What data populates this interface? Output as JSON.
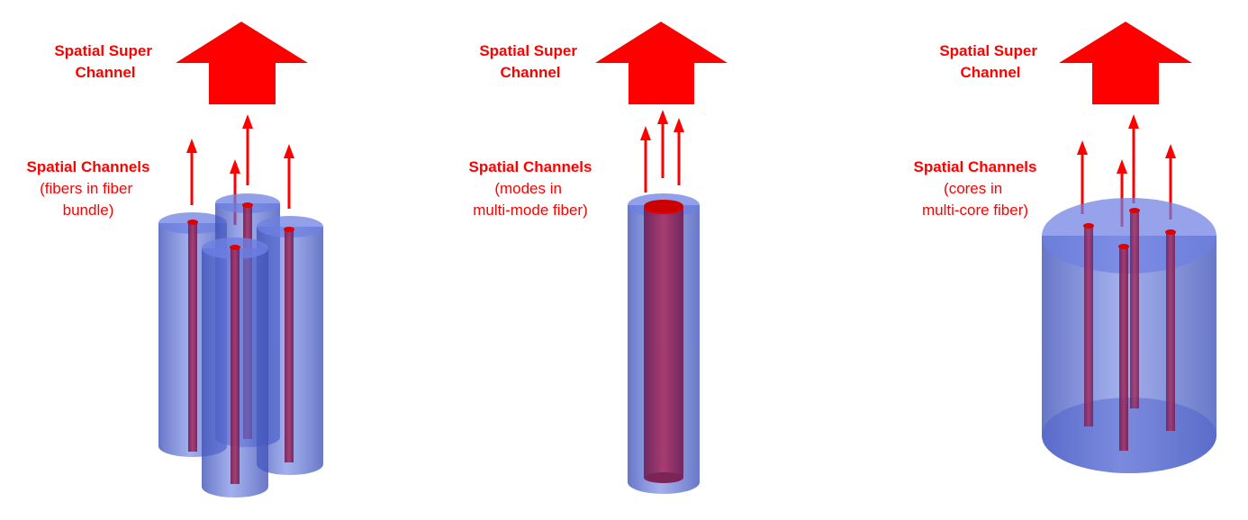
{
  "panels": [
    {
      "super_label": [
        "Spatial Super",
        "Channel"
      ],
      "channels_title": "Spatial Channels",
      "channels_desc": [
        "(fibers in fiber",
        "bundle)"
      ]
    },
    {
      "super_label": [
        "Spatial Super",
        "Channel"
      ],
      "channels_title": "Spatial Channels",
      "channels_desc": [
        "(modes in",
        "multi-mode fiber)"
      ]
    },
    {
      "super_label": [
        "Spatial Super",
        "Channel"
      ],
      "channels_title": "Spatial Channels",
      "channels_desc": [
        "(cores in",
        "multi-core fiber)"
      ]
    }
  ],
  "colors": {
    "label": "#ff0000",
    "arrow": "#ff0000",
    "cladding": "#5b6fd6",
    "core": "#9b2a55",
    "core_cap": "#e00000"
  }
}
